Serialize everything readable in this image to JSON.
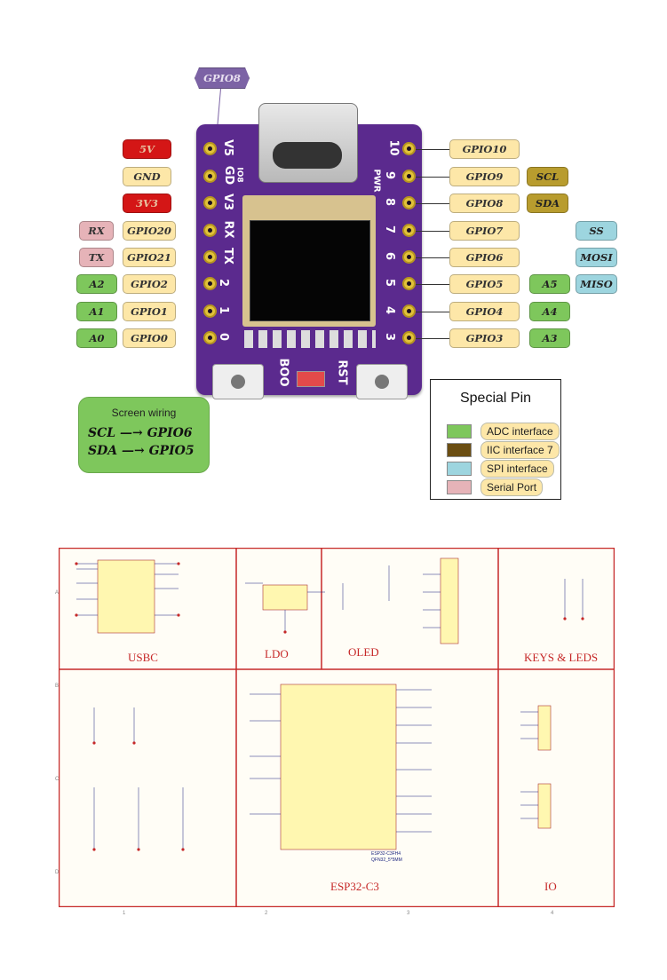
{
  "top_label": "GPIO8",
  "left_power": [
    {
      "text": "5V",
      "pin": "V5"
    },
    {
      "text": "GND",
      "pin": "GD"
    },
    {
      "text": "3V3",
      "pin": "V3"
    }
  ],
  "left_gpio": [
    "GPIO20",
    "GPIO21",
    "GPIO2",
    "GPIO1",
    "GPIO0"
  ],
  "left_pins": [
    "RX",
    "TX",
    "2",
    "1",
    "0"
  ],
  "left_special": [
    "RX",
    "TX",
    "A2",
    "A1",
    "A0"
  ],
  "right_gpio": [
    "GPIO10",
    "GPIO9",
    "GPIO8",
    "GPIO7",
    "GPIO6",
    "GPIO5",
    "GPIO4",
    "GPIO3"
  ],
  "right_pins": [
    "10",
    "9",
    "8",
    "7",
    "6",
    "5",
    "4",
    "3"
  ],
  "right_iic": [
    "SCL",
    "SDA"
  ],
  "right_spi": [
    "SS",
    "MOSI",
    "MISO"
  ],
  "right_adc": [
    "A5",
    "A4",
    "A3"
  ],
  "board_text": {
    "io8": "IO8",
    "pwr": "PWR",
    "boot": "BOO",
    "rst": "RST"
  },
  "screen_wiring": {
    "title": "Screen wiring",
    "line1": "SCL —→ GPIO6",
    "line2": "SDA —→ GPIO5"
  },
  "legend": {
    "title": "Special Pin",
    "items": [
      {
        "label": "ADC interface",
        "color": "#7ec75c"
      },
      {
        "label": "IIC interface 7",
        "color": "#6b4e12"
      },
      {
        "label": "SPI interface",
        "color": "#9dd5df"
      },
      {
        "label": "Serial Port",
        "color": "#e6b3b8"
      }
    ]
  },
  "schematic": {
    "sections": [
      "USBC",
      "LDO",
      "OLED",
      "KEYS & LEDS",
      "ESP32-C3",
      "IO"
    ],
    "chip_name": "ESP32-C3FH4",
    "chip_pkg": "QFN32_5*5MM",
    "row_letters": [
      "A",
      "B",
      "C",
      "D"
    ],
    "col_numbers": [
      "1",
      "2",
      "3",
      "4"
    ]
  }
}
